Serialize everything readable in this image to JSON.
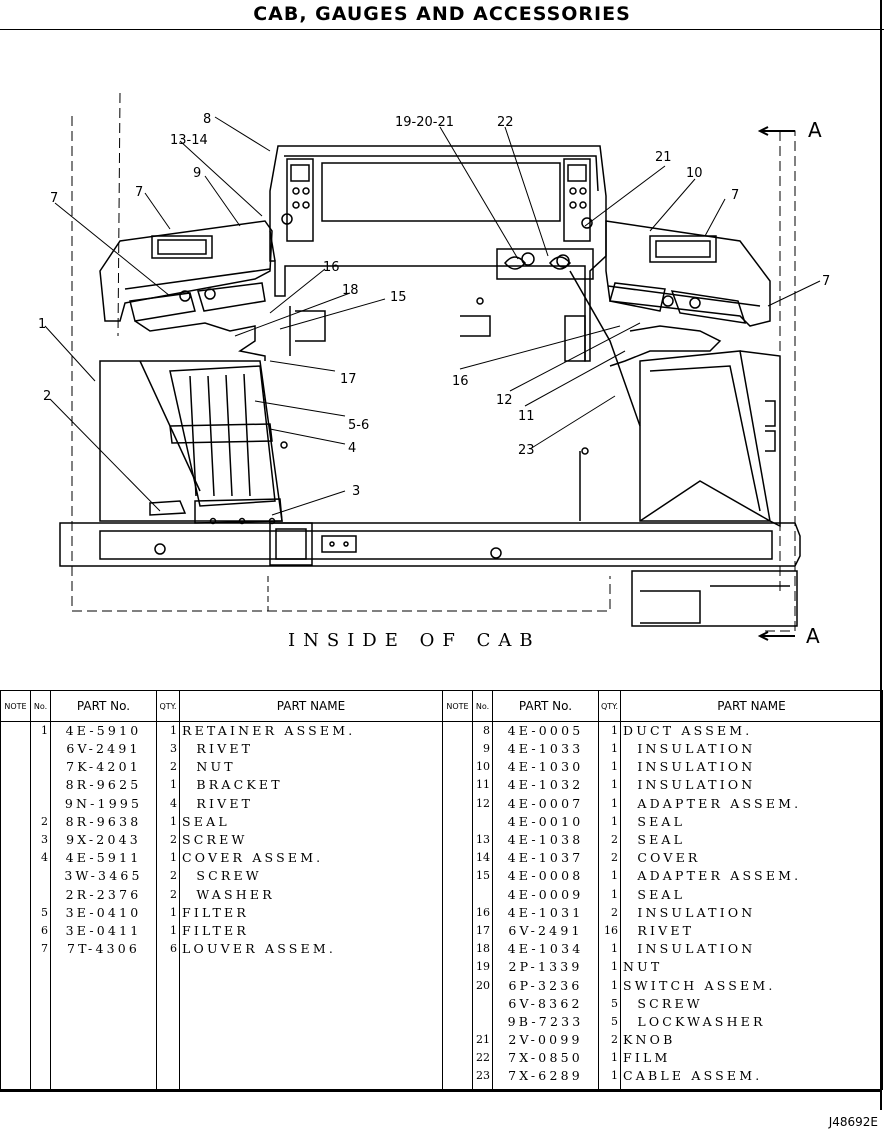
{
  "page_title": "CAB, GAUGES AND ACCESSORIES",
  "diagram": {
    "caption": "INSIDE OF CAB",
    "section_marker": "A",
    "callouts": [
      "1",
      "2",
      "3",
      "4",
      "5-6",
      "7",
      "7",
      "7",
      "7",
      "8",
      "9",
      "10",
      "11",
      "12",
      "13-14",
      "15",
      "16",
      "16",
      "17",
      "18",
      "19-20-21",
      "21",
      "22",
      "23"
    ]
  },
  "table_headers": {
    "note": "NOTE",
    "no": "No.",
    "part_no": "PART No.",
    "qty": "QTY.",
    "part_name": "PART NAME"
  },
  "parts_left": [
    {
      "no": "1",
      "part_no": "4E-5910",
      "qty": "1",
      "name": "RETAINER ASSEM."
    },
    {
      "no": "",
      "part_no": "6V-2491",
      "qty": "3",
      "name": "  RIVET"
    },
    {
      "no": "",
      "part_no": "7K-4201",
      "qty": "2",
      "name": "  NUT"
    },
    {
      "no": "",
      "part_no": "8R-9625",
      "qty": "1",
      "name": "  BRACKET"
    },
    {
      "no": "",
      "part_no": "9N-1995",
      "qty": "4",
      "name": "  RIVET"
    },
    {
      "no": "2",
      "part_no": "8R-9638",
      "qty": "1",
      "name": "SEAL"
    },
    {
      "no": "3",
      "part_no": "9X-2043",
      "qty": "2",
      "name": "SCREW"
    },
    {
      "no": "4",
      "part_no": "4E-5911",
      "qty": "1",
      "name": "COVER ASSEM."
    },
    {
      "no": "",
      "part_no": "3W-3465",
      "qty": "2",
      "name": "  SCREW"
    },
    {
      "no": "",
      "part_no": "2R-2376",
      "qty": "2",
      "name": "  WASHER"
    },
    {
      "no": "5",
      "part_no": "3E-0410",
      "qty": "1",
      "name": "FILTER"
    },
    {
      "no": "6",
      "part_no": "3E-0411",
      "qty": "1",
      "name": "FILTER"
    },
    {
      "no": "7",
      "part_no": "7T-4306",
      "qty": "6",
      "name": "LOUVER ASSEM."
    }
  ],
  "parts_right": [
    {
      "no": "8",
      "part_no": "4E-0005",
      "qty": "1",
      "name": "DUCT ASSEM."
    },
    {
      "no": "9",
      "part_no": "4E-1033",
      "qty": "1",
      "name": "  INSULATION"
    },
    {
      "no": "10",
      "part_no": "4E-1030",
      "qty": "1",
      "name": "  INSULATION"
    },
    {
      "no": "11",
      "part_no": "4E-1032",
      "qty": "1",
      "name": "  INSULATION"
    },
    {
      "no": "12",
      "part_no": "4E-0007",
      "qty": "1",
      "name": "  ADAPTER ASSEM."
    },
    {
      "no": "",
      "part_no": "4E-0010",
      "qty": "1",
      "name": "  SEAL"
    },
    {
      "no": "13",
      "part_no": "4E-1038",
      "qty": "2",
      "name": "  SEAL"
    },
    {
      "no": "14",
      "part_no": "4E-1037",
      "qty": "2",
      "name": "  COVER"
    },
    {
      "no": "15",
      "part_no": "4E-0008",
      "qty": "1",
      "name": "  ADAPTER ASSEM."
    },
    {
      "no": "",
      "part_no": "4E-0009",
      "qty": "1",
      "name": "  SEAL"
    },
    {
      "no": "16",
      "part_no": "4E-1031",
      "qty": "2",
      "name": "  INSULATION"
    },
    {
      "no": "17",
      "part_no": "6V-2491",
      "qty": "16",
      "name": "  RIVET"
    },
    {
      "no": "18",
      "part_no": "4E-1034",
      "qty": "1",
      "name": "  INSULATION"
    },
    {
      "no": "19",
      "part_no": "2P-1339",
      "qty": "1",
      "name": "NUT"
    },
    {
      "no": "20",
      "part_no": "6P-3236",
      "qty": "1",
      "name": "SWITCH ASSEM."
    },
    {
      "no": "",
      "part_no": "6V-8362",
      "qty": "5",
      "name": "  SCREW"
    },
    {
      "no": "",
      "part_no": "9B-7233",
      "qty": "5",
      "name": "  LOCKWASHER"
    },
    {
      "no": "21",
      "part_no": "2V-0099",
      "qty": "2",
      "name": "KNOB"
    },
    {
      "no": "22",
      "part_no": "7X-0850",
      "qty": "1",
      "name": "FILM"
    },
    {
      "no": "23",
      "part_no": "7X-6289",
      "qty": "1",
      "name": "CABLE ASSEM."
    }
  ],
  "drawing_id": "J48692E"
}
